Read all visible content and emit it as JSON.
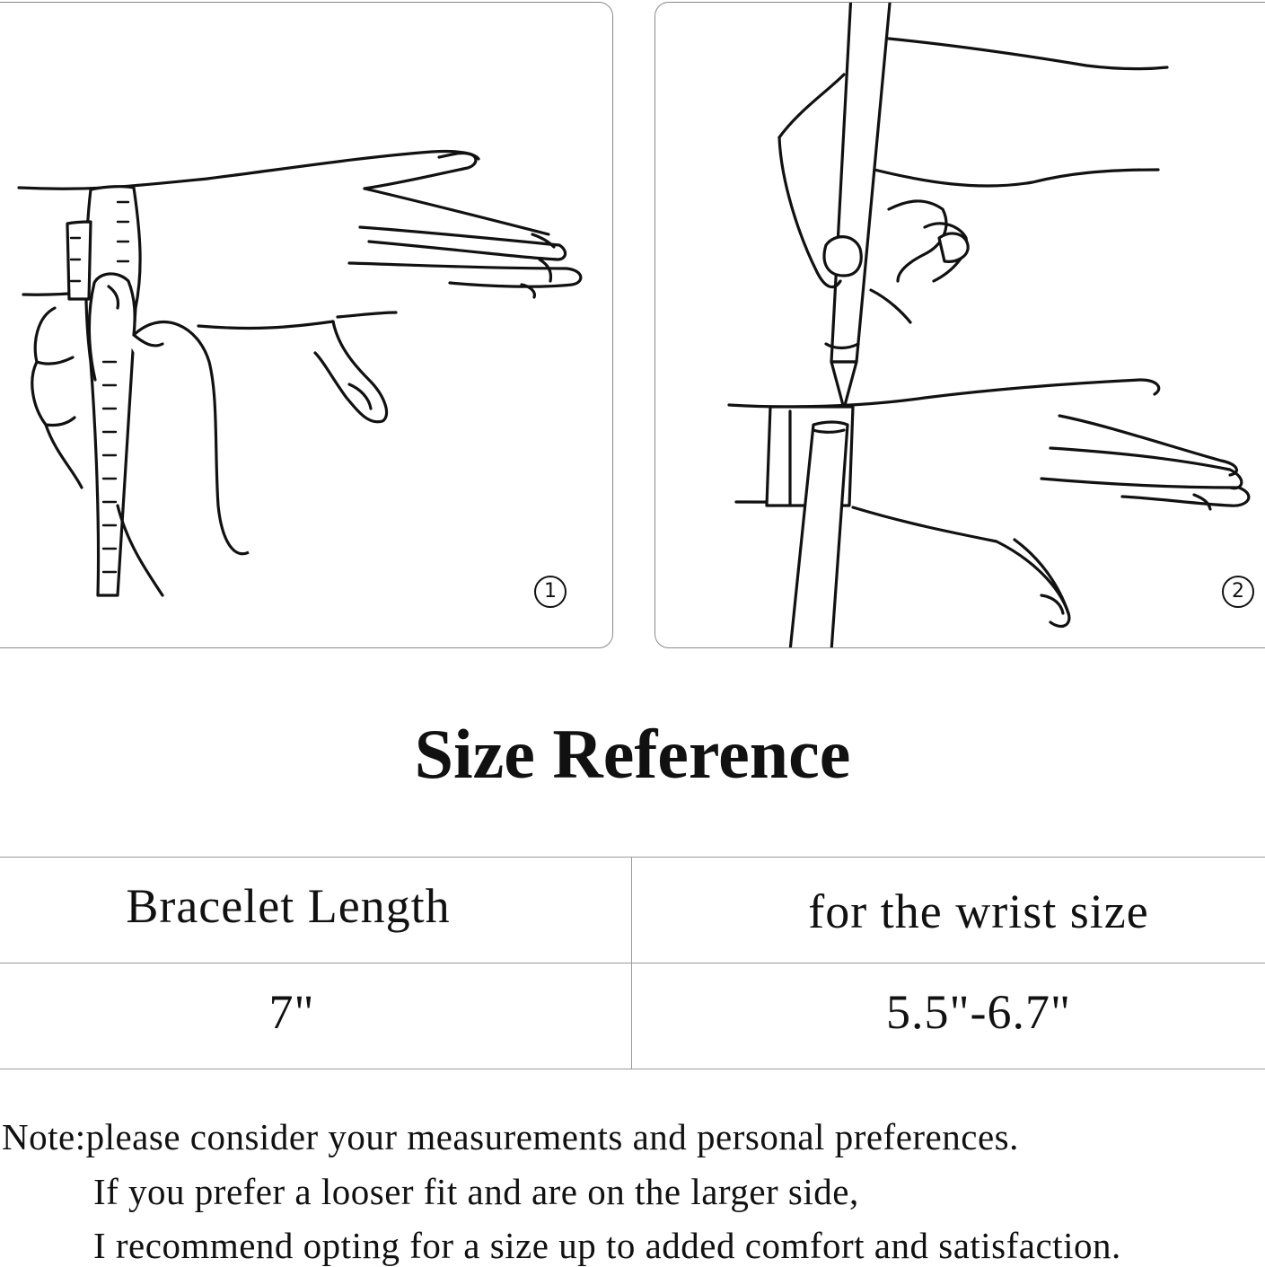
{
  "steps": {
    "one": "1",
    "two": "2"
  },
  "title": "Size Reference",
  "table": {
    "headers": [
      "Bracelet Length",
      "for the wrist size"
    ],
    "rows": [
      [
        "7\"",
        "5.5\"-6.7\""
      ]
    ]
  },
  "note": {
    "line1": "Note:please consider your measurements and personal preferences.",
    "line2": "If you prefer a looser fit and are on the larger side,",
    "line3": "I recommend opting for a size up to added comfort and satisfaction."
  }
}
